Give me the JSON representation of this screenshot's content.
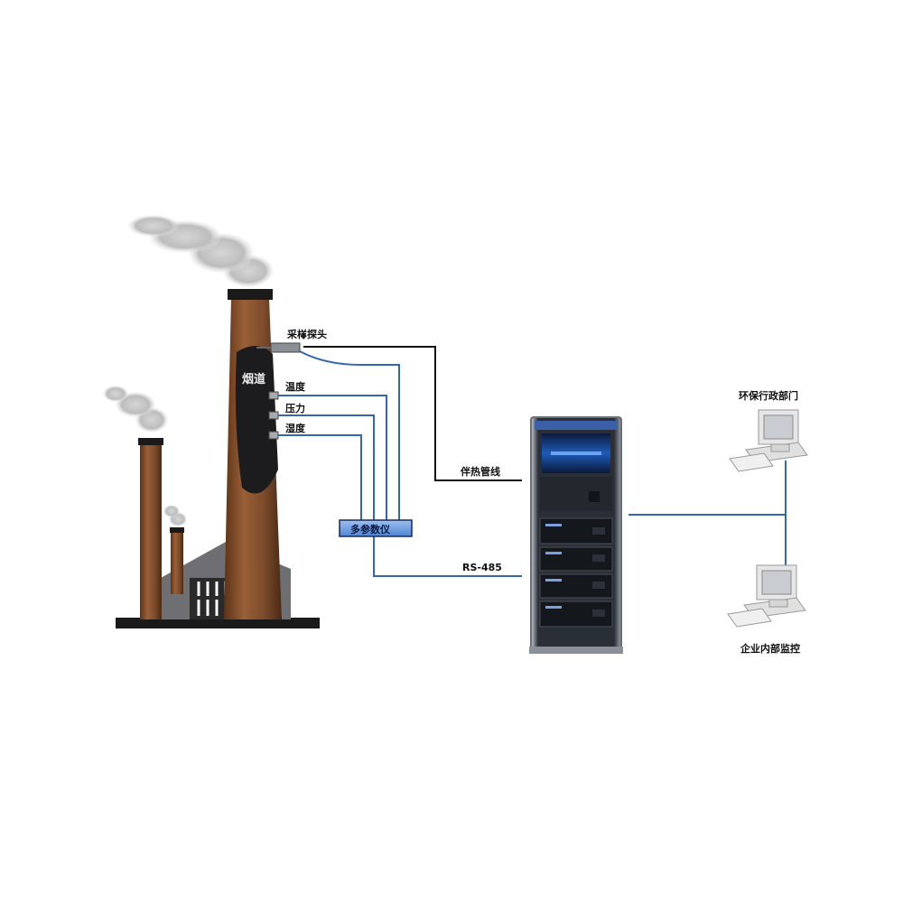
{
  "labels": {
    "sampling_probe": "采样探头",
    "chimney_text": "烟道",
    "temperature": "温度",
    "pressure": "压力",
    "humidity": "湿度",
    "multi_param": "多参数仪",
    "heated_line": "伴热管线",
    "rs485": "RS-485",
    "env_dept": "环保行政部门",
    "internal_monitor": "企业内部监控"
  },
  "colors": {
    "chimney": "#7a4a2a",
    "wire_blue": "#3566b0",
    "cabinet": "#1a1d24",
    "smoke": "#c8c8c8"
  }
}
